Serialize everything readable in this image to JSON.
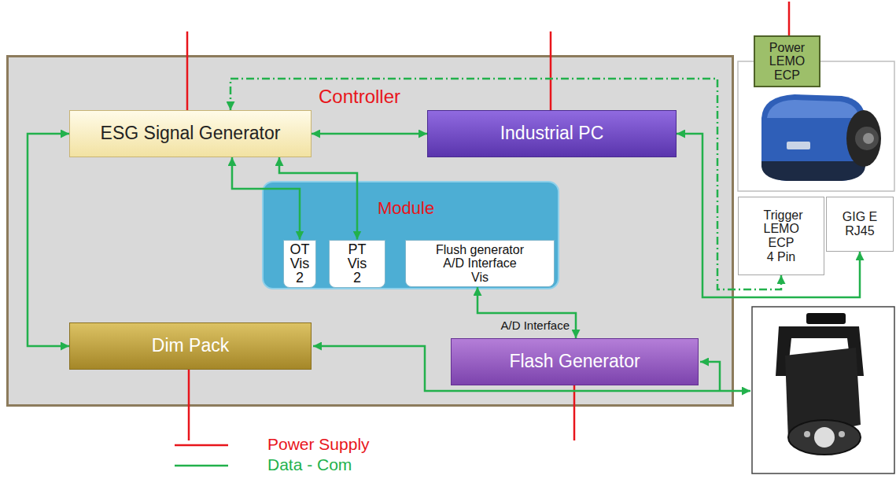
{
  "diagram": {
    "nodes": [
      {
        "text": [
          "Controller"
        ]
      },
      {
        "text": [
          "ESG Signal Generator"
        ],
        "in": 0
      },
      {
        "text": [
          "Industrial PC"
        ],
        "in": 0
      },
      {
        "text": [
          "Module"
        ],
        "in": 0
      },
      {
        "text": [
          "OT Vis 2"
        ],
        "in": 3
      },
      {
        "text": [
          "PT Vis 2"
        ],
        "in": 3
      },
      {
        "text": [
          "Flush generator A/D Interface Vis"
        ],
        "in": 3
      },
      {
        "text": [
          "Dim Pack"
        ],
        "in": 0
      },
      {
        "text": [
          "Flash Generator"
        ],
        "in": 0
      },
      {
        "text": [
          "Power LEMO ECP"
        ]
      },
      {
        "text": [
          "Trigger LEMO ECP 4 Pin"
        ]
      },
      {
        "text": [
          "GIG E RJ45"
        ]
      }
    ],
    "edges": [
      {
        "from": 1,
        "to": 2,
        "arrow": "both"
      },
      {
        "from": 1,
        "to": 4,
        "arrow": "both"
      },
      {
        "from": 1,
        "to": 5,
        "arrow": "both"
      },
      {
        "from": 1,
        "to": 7,
        "arrow": "both"
      },
      {
        "from": 6,
        "to": 8,
        "arrow": "both",
        "label": "A/D Interface"
      },
      {
        "from": 2,
        "to": 11,
        "arrow": "both"
      },
      {
        "from": 1,
        "to": 10,
        "arrow": "both"
      }
    ],
    "legend": [
      {
        "text": "Power Supply"
      },
      {
        "text": "Data - Com"
      }
    ]
  }
}
